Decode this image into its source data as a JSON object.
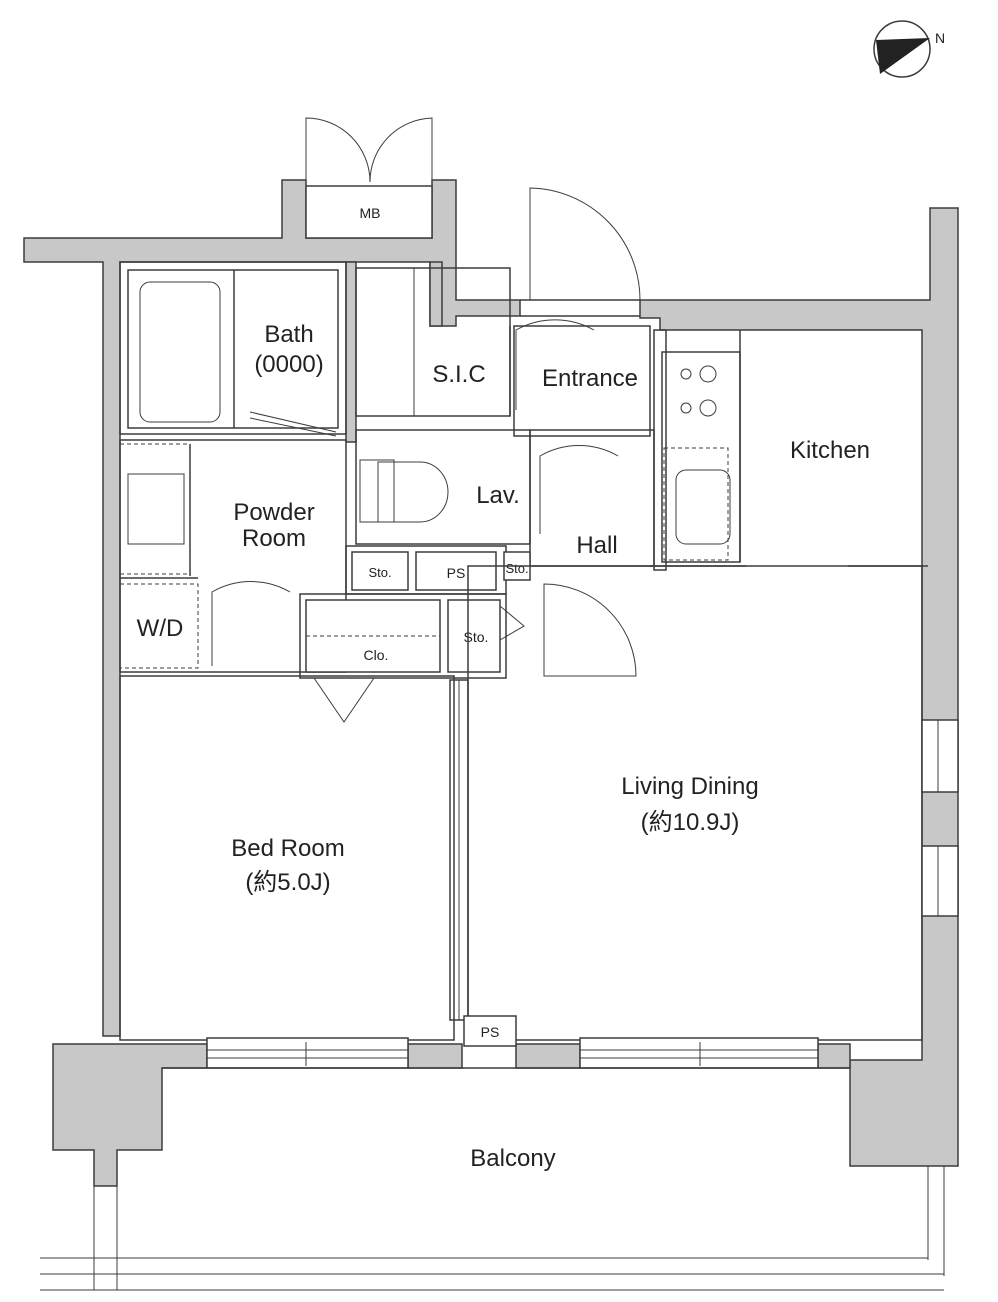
{
  "rooms": {
    "mb": "MB",
    "bath": "Bath",
    "bath_size": "(0000)",
    "sic": "S.I.C",
    "entrance": "Entrance",
    "kitchen": "Kitchen",
    "lav": "Lav.",
    "hall": "Hall",
    "powder_room_line1": "Powder",
    "powder_room_line2": "Room",
    "sto_1": "Sto.",
    "ps_1": "PS",
    "sto_2": "Sto.",
    "wd": "W/D",
    "clo": "Clo.",
    "sto_3": "Sto.",
    "living_dining": "Living Dining",
    "living_dining_size": "(約10.9J)",
    "bed_room": "Bed Room",
    "bed_room_size": "(約5.0J)",
    "ps_2": "PS",
    "balcony": "Balcony"
  },
  "compass": {
    "north": "N"
  }
}
